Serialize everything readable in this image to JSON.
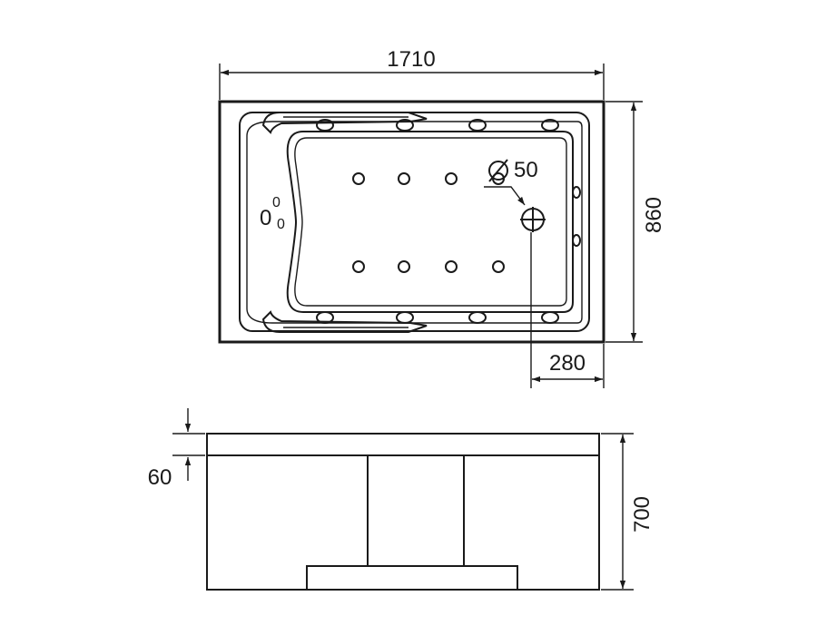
{
  "dimensions": {
    "length": "1710",
    "width": "860",
    "drain_offset": "280",
    "drain_diameter": "50",
    "rim_thickness": "60",
    "height": "700"
  },
  "air_jet_marks": [
    "0",
    "0",
    "0"
  ]
}
